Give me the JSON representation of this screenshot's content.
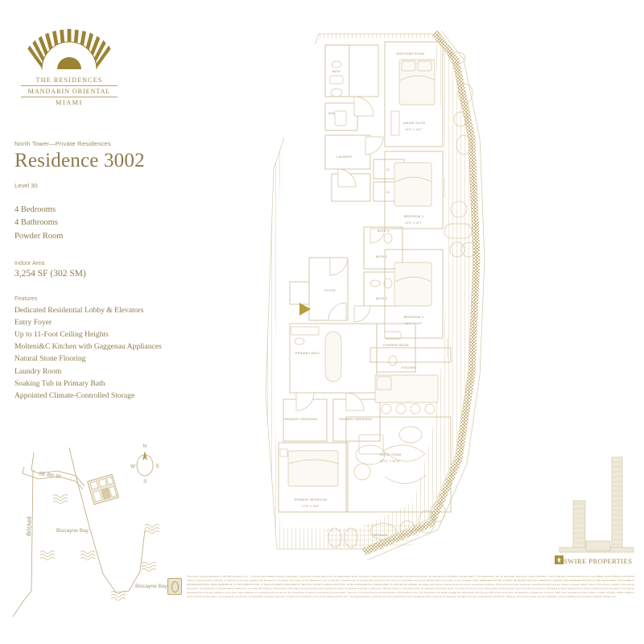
{
  "brand": {
    "logo_line1": "THE RESIDENCES",
    "logo_line2": "MANDARIN ORIENTAL",
    "logo_line3": "MIAMI",
    "logo_icon": "fan-logo-icon"
  },
  "header": {
    "eyebrow": "North Tower—Private Residences",
    "title": "Residence 3002",
    "level": "Level 30"
  },
  "specs": {
    "bedrooms": "4 Bedrooms",
    "bathrooms": "4 Bathrooms",
    "powder": "Powder Room"
  },
  "area": {
    "label": "Indoor Area",
    "value": "3,254 SF (302 SM)"
  },
  "features": {
    "label": "Features",
    "items": [
      "Dedicated Residential Lobby & Elevators",
      "Entry Foyer",
      "Up to 11-Foot Ceiling Heights",
      "Molteni&C Kitchen with Gaggenau Appliances",
      "Natural Stone Flooring",
      "Laundry Room",
      "Soaking Tub in Primary Bath",
      "Appointed Climate-Controlled Storage"
    ]
  },
  "sitemap": {
    "street": "SE 8th St",
    "brickell": "Brickell",
    "bay_1": "Biscayne Bay",
    "bay_2": "Biscayne Bay",
    "compass": {
      "n": "N",
      "e": "E",
      "s": "S",
      "w": "W"
    }
  },
  "floorplan": {
    "rooms": [
      {
        "name": "DRESSING ROOM",
        "dims": ""
      },
      {
        "name": "BATH",
        "dims": ""
      },
      {
        "name": "W/D",
        "dims": ""
      },
      {
        "name": "LAUNDRY",
        "dims": ""
      },
      {
        "name": "CL.",
        "dims": ""
      },
      {
        "name": "CL.",
        "dims": ""
      },
      {
        "name": "JUNIOR SUITE",
        "dims": "14'2\" x 16'1\""
      },
      {
        "name": "BEDROOM 3",
        "dims": "12'6\" x 14'7\""
      },
      {
        "name": "BEDROOM 4",
        "dims": "13'4\" x 14'4\""
      },
      {
        "name": "BATH 2",
        "dims": ""
      },
      {
        "name": "BATH 3",
        "dims": ""
      },
      {
        "name": "BATH 4",
        "dims": ""
      },
      {
        "name": "FOYER",
        "dims": ""
      },
      {
        "name": "POWDER ROOM",
        "dims": ""
      },
      {
        "name": "PRIMARY BATH",
        "dims": ""
      },
      {
        "name": "PRIMARY DRESSING",
        "dims": ""
      },
      {
        "name": "PRIMARY DRESSING",
        "dims": ""
      },
      {
        "name": "KITCHEN",
        "dims": ""
      },
      {
        "name": "GREAT ROOM",
        "dims": "24'11\" x 18'10\""
      },
      {
        "name": "PRIMARY BEDROOM",
        "dims": "17'8\" x 13'8\""
      },
      {
        "name": "TERRACE",
        "dims": ""
      }
    ],
    "entry_marker": "entry-arrow-icon"
  },
  "footer": {
    "swire_name": "SWIRE PROPERTIES",
    "swire_icon": "swire-logo-icon",
    "equal_housing_icon": "equal-housing-seal-icon",
    "disclaimer": "This project is being developed by 200 SE Developer L.L.C., a Florida limited liability company (\"Developer\"), which has a limited right to use the trademarked names and logos of Swire Properties and Mandarin Oriental Hotel Group. The Residences at Mandarin Oriental, Miami (\"The Residences\") are not developed, sponsored, owned, distributed, sold by Mandarin Oriental Hotel Group or any affiliate thereof (MOHG), and MOHG makes no representation, warranty or guaranty of any kind regarding The Residences. Developer and owners of The Residences use the Mandarin Oriental name and trademarks pursuant to the terms of a revocable license from MOHG which may expire or be terminated. ORAL REPRESENTATIONS CANNOT BE RELIED UPON AS CORRECTLY STATING THE REPRESENTATIONS OF THE DEVELOPER. FOR CORRECT REPRESENTATIONS, MAKE REFERENCE TO THIS WEBSITE AND TO THE DOCUMENTS REQUIRED BY SECTION 718.503, FLORIDA STATUTES, TO BE FURNISHED BY A DEVELOPER TO A BUYER OR LESSEE. All images and designs depicted herein are artist's conceptual renderings, which are based upon preliminary development plans and are subject to change without notice in the manner provided in the offering documents. No guarantees or representations whatsoever are made that existing or future views of the project and surrounding areas depicted by artist's conceptual renderings or otherwise, will be provided or, if provided, will be as depicted or described herein. Any view from a unit or from other portions of the property may in the future be limited or eliminated by future development or forces of nature and the Developer in no manner guarantees the continuing existence of any view. These drawings are conceptual only and are for the convenience of reference and general representation. They are not intended to be an actual depiction of the building or any unit. Dimensions and square footage are approximate and may vary with actual construction. All depictions of appliances, counters, soffits, floor coverings and other matters of detail, including, without limitation, items of finish and decoration, are conceptual only and are not necessarily included in each unit. Consult your Prospectus for the items included with the unit. The project graphics, renderings and text provided herein are copyrighted works owned by the developer. All rights reserved. Unauthorized reproduction, display or other dissemination of such materials is strictly prohibited and constitutes copyright infringement."
  }
}
